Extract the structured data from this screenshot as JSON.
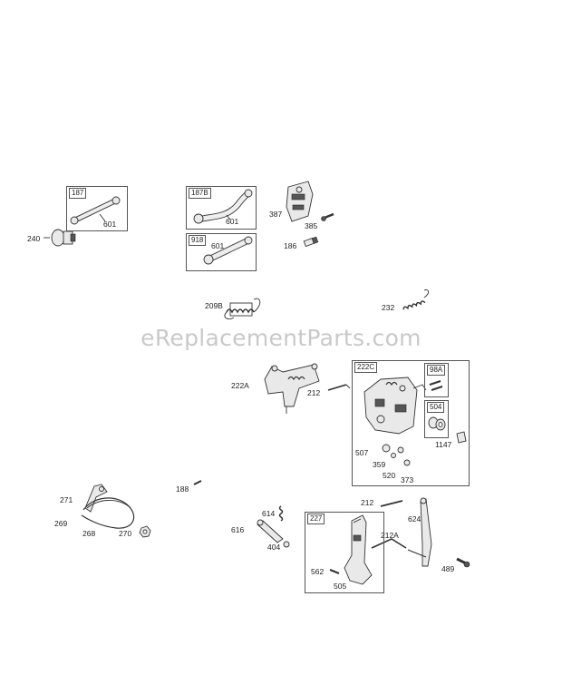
{
  "watermark": "eReplacementParts.com",
  "boxes": {
    "b187": "187",
    "b187B": "187B",
    "b918": "918",
    "b222C": "222C",
    "b98A": "98A",
    "b504": "504",
    "b227": "227"
  },
  "labels": {
    "p240": "240",
    "p601a": "601",
    "p601b": "601",
    "p601c": "601",
    "p387": "387",
    "p385": "385",
    "p186": "186",
    "p209B": "209B",
    "p232": "232",
    "p222A": "222A",
    "p212a": "212",
    "p507": "507",
    "p359": "359",
    "p520": "520",
    "p373": "373",
    "p1147": "1147",
    "p271": "271",
    "p269": "269",
    "p268": "268",
    "p270": "270",
    "p188": "188",
    "p614": "614",
    "p616": "616",
    "p404": "404",
    "p562": "562",
    "p505": "505",
    "p212b": "212",
    "p212A": "212A",
    "p624": "624",
    "p489": "489"
  }
}
